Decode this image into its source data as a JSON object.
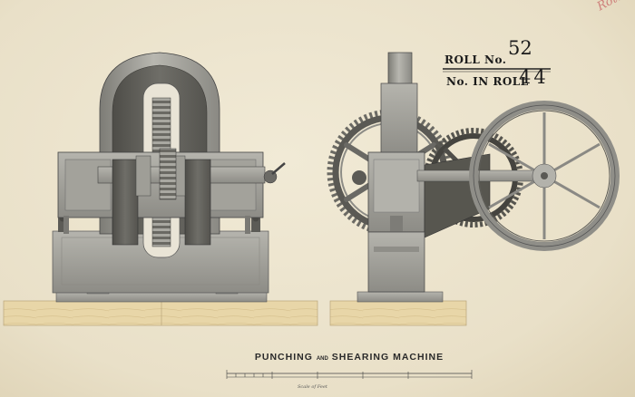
{
  "roll": {
    "roll_label": "ROLL No.",
    "roll_number": "52",
    "in_roll_label": "No. IN ROLL",
    "in_roll_number": "44"
  },
  "title": {
    "word1": "PUNCHING",
    "conj": "AND",
    "word2": "SHEARING MACHINE"
  },
  "scale_label": "Scale of Feet",
  "pencil_note": "Rotte",
  "colors": {
    "paper": "#ece4cf",
    "iron_light": "#a7a69f",
    "iron_dark": "#5f5e58",
    "timber": "#e6d2a3",
    "stamp_red": "#c96a6a"
  }
}
